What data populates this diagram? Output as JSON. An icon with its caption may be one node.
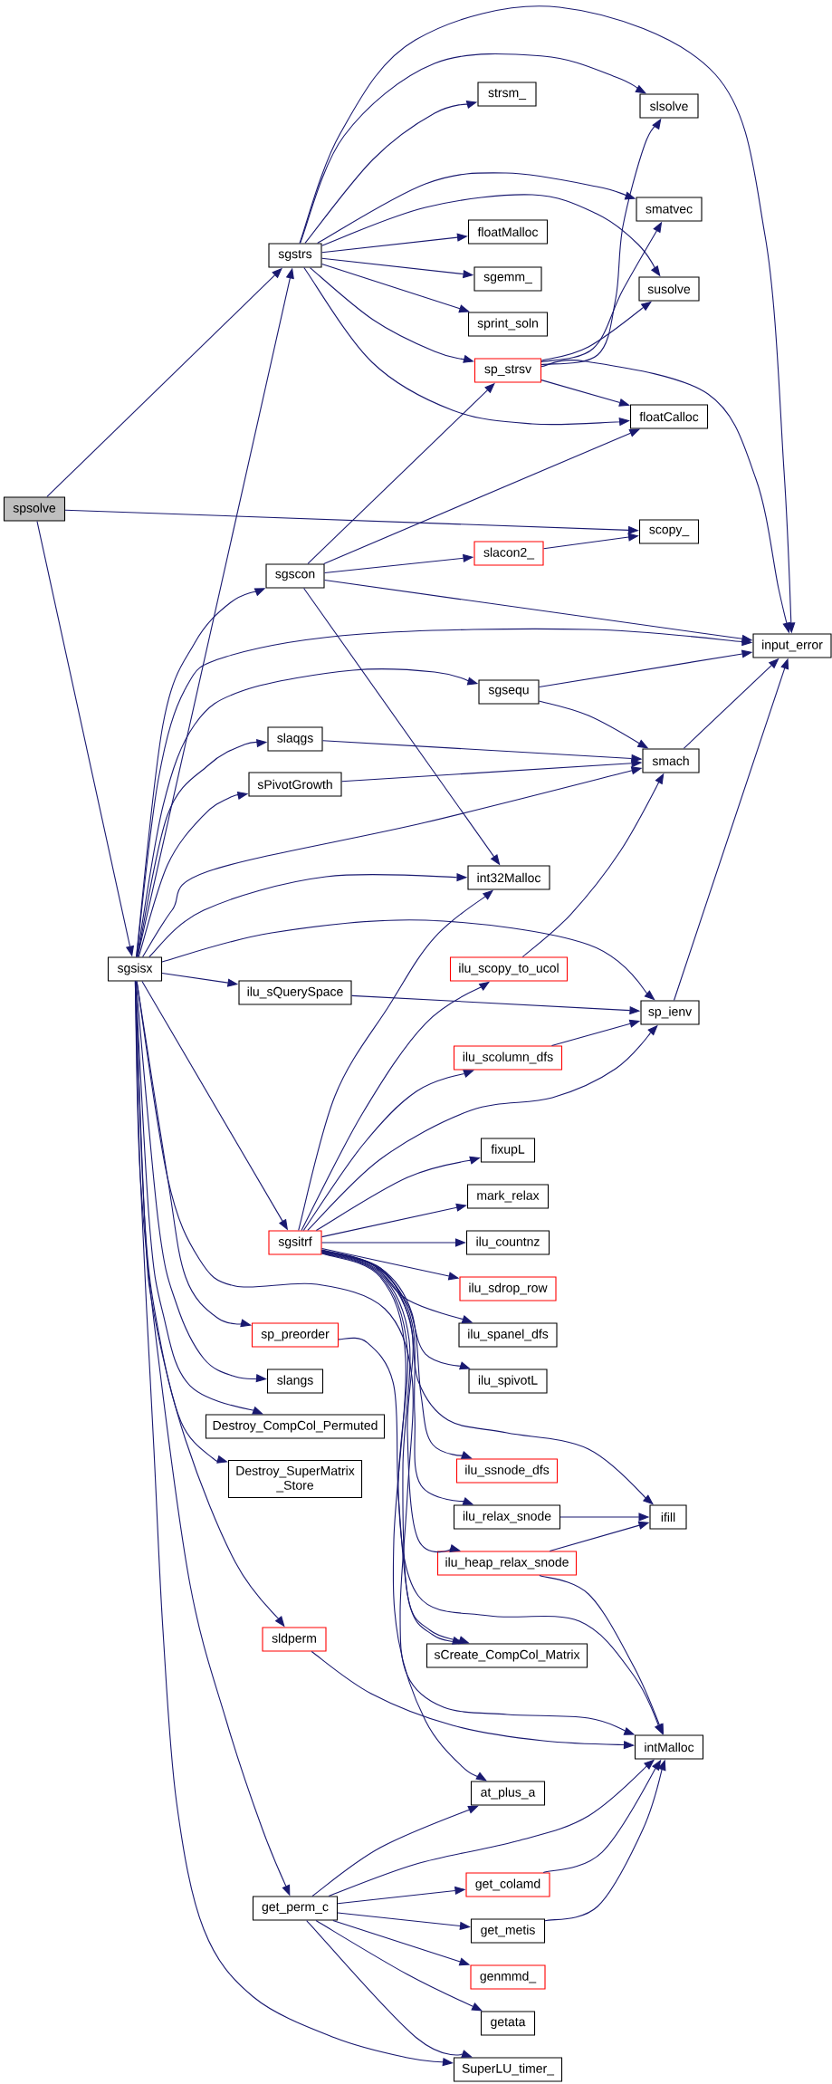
{
  "diagram": {
    "nodes": [
      {
        "text": [
          "strsm_"
        ]
      },
      {
        "text": [
          "slsolve"
        ]
      },
      {
        "text": [
          "smatvec"
        ]
      },
      {
        "text": [
          "floatMalloc"
        ]
      },
      {
        "text": [
          "sgstrs"
        ]
      },
      {
        "text": [
          "sgemm_"
        ]
      },
      {
        "text": [
          "susolve"
        ]
      },
      {
        "text": [
          "sprint_soln"
        ]
      },
      {
        "text": [
          "sp_strsv"
        ]
      },
      {
        "text": [
          "floatCalloc"
        ]
      },
      {
        "text": [
          "spsolve"
        ]
      },
      {
        "text": [
          "scopy_"
        ]
      },
      {
        "text": [
          "slacon2_"
        ]
      },
      {
        "text": [
          "sgscon"
        ]
      },
      {
        "text": [
          "input_error"
        ]
      },
      {
        "text": [
          "sgsequ"
        ]
      },
      {
        "text": [
          "slaqgs"
        ]
      },
      {
        "text": [
          "smach"
        ]
      },
      {
        "text": [
          "sPivotGrowth"
        ]
      },
      {
        "text": [
          "int32Malloc"
        ]
      },
      {
        "text": [
          "sgsisx"
        ]
      },
      {
        "text": [
          "ilu_scopy_to_ucol"
        ]
      },
      {
        "text": [
          "ilu_sQuerySpace"
        ]
      },
      {
        "text": [
          "sp_ienv"
        ]
      },
      {
        "text": [
          "ilu_scolumn_dfs"
        ]
      },
      {
        "text": [
          "fixupL"
        ]
      },
      {
        "text": [
          "mark_relax"
        ]
      },
      {
        "text": [
          "sgsitrf"
        ]
      },
      {
        "text": [
          "ilu_countnz"
        ]
      },
      {
        "text": [
          "ilu_sdrop_row"
        ]
      },
      {
        "text": [
          "sp_preorder"
        ]
      },
      {
        "text": [
          "ilu_spanel_dfs"
        ]
      },
      {
        "text": [
          "slangs"
        ]
      },
      {
        "text": [
          "ilu_spivotL"
        ]
      },
      {
        "text": [
          "Destroy_CompCol_Permuted"
        ]
      },
      {
        "text": [
          "ilu_ssnode_dfs"
        ]
      },
      {
        "text": [
          "Destroy_SuperMatrix _Store"
        ]
      },
      {
        "text": [
          "ilu_relax_snode"
        ]
      },
      {
        "text": [
          "ifill"
        ]
      },
      {
        "text": [
          "ilu_heap_relax_snode"
        ]
      },
      {
        "text": [
          "sldperm"
        ]
      },
      {
        "text": [
          "sCreate_CompCol_Matrix"
        ]
      },
      {
        "text": [
          "intMalloc"
        ]
      },
      {
        "text": [
          "at_plus_a"
        ]
      },
      {
        "text": [
          "get_colamd"
        ]
      },
      {
        "text": [
          "get_perm_c"
        ]
      },
      {
        "text": [
          "get_metis"
        ]
      },
      {
        "text": [
          "genmmd_"
        ]
      },
      {
        "text": [
          "getata"
        ]
      },
      {
        "text": [
          "SuperLU_timer_"
        ]
      }
    ],
    "edges": [
      {
        "from": 10,
        "to": 4,
        "arrow": "to"
      },
      {
        "from": 10,
        "to": 11,
        "arrow": "to"
      },
      {
        "from": 10,
        "to": 20,
        "arrow": "to"
      },
      {
        "from": 4,
        "to": 14,
        "arrow": "to"
      },
      {
        "from": 4,
        "to": 1,
        "arrow": "to"
      },
      {
        "from": 4,
        "to": 0,
        "arrow": "to"
      },
      {
        "from": 4,
        "to": 2,
        "arrow": "to"
      },
      {
        "from": 4,
        "to": 6,
        "arrow": "to"
      },
      {
        "from": 4,
        "to": 3,
        "arrow": "to"
      },
      {
        "from": 4,
        "to": 5,
        "arrow": "to"
      },
      {
        "from": 4,
        "to": 7,
        "arrow": "to"
      },
      {
        "from": 4,
        "to": 8,
        "arrow": "to"
      },
      {
        "from": 4,
        "to": 9,
        "arrow": "to"
      },
      {
        "from": 8,
        "to": 1,
        "arrow": "to"
      },
      {
        "from": 8,
        "to": 2,
        "arrow": "to"
      },
      {
        "from": 8,
        "to": 6,
        "arrow": "to"
      },
      {
        "from": 8,
        "to": 9,
        "arrow": "to"
      },
      {
        "from": 8,
        "to": 14,
        "arrow": "to"
      },
      {
        "from": 13,
        "to": 8,
        "arrow": "to"
      },
      {
        "from": 13,
        "to": 9,
        "arrow": "to"
      },
      {
        "from": 13,
        "to": 12,
        "arrow": "to"
      },
      {
        "from": 13,
        "to": 14,
        "arrow": "to"
      },
      {
        "from": 13,
        "to": 19,
        "arrow": "to"
      },
      {
        "from": 12,
        "to": 11,
        "arrow": "to"
      },
      {
        "from": 20,
        "to": 4,
        "arrow": "to"
      },
      {
        "from": 20,
        "to": 13,
        "arrow": "to"
      },
      {
        "from": 20,
        "to": 14,
        "arrow": "to"
      },
      {
        "from": 20,
        "to": 15,
        "arrow": "to"
      },
      {
        "from": 20,
        "to": 16,
        "arrow": "to"
      },
      {
        "from": 20,
        "to": 18,
        "arrow": "to"
      },
      {
        "from": 20,
        "to": 17,
        "arrow": "to"
      },
      {
        "from": 20,
        "to": 19,
        "arrow": "to"
      },
      {
        "from": 20,
        "to": 23,
        "arrow": "to"
      },
      {
        "from": 20,
        "to": 22,
        "arrow": "to"
      },
      {
        "from": 20,
        "to": 27,
        "arrow": "to"
      },
      {
        "from": 20,
        "to": 30,
        "arrow": "to"
      },
      {
        "from": 20,
        "to": 32,
        "arrow": "to"
      },
      {
        "from": 20,
        "to": 34,
        "arrow": "to"
      },
      {
        "from": 20,
        "to": 36,
        "arrow": "to"
      },
      {
        "from": 20,
        "to": 40,
        "arrow": "to"
      },
      {
        "from": 20,
        "to": 45,
        "arrow": "to"
      },
      {
        "from": 20,
        "to": 49,
        "arrow": "to"
      },
      {
        "from": 20,
        "to": 42,
        "arrow": "to"
      },
      {
        "from": 15,
        "to": 14,
        "arrow": "to"
      },
      {
        "from": 15,
        "to": 17,
        "arrow": "to"
      },
      {
        "from": 16,
        "to": 17,
        "arrow": "to"
      },
      {
        "from": 18,
        "to": 17,
        "arrow": "to"
      },
      {
        "from": 17,
        "to": 14,
        "arrow": "to"
      },
      {
        "from": 21,
        "to": 17,
        "arrow": "to"
      },
      {
        "from": 22,
        "to": 23,
        "arrow": "to"
      },
      {
        "from": 23,
        "to": 14,
        "arrow": "to"
      },
      {
        "from": 24,
        "to": 23,
        "arrow": "to"
      },
      {
        "from": 27,
        "to": 19,
        "arrow": "to"
      },
      {
        "from": 27,
        "to": 21,
        "arrow": "to"
      },
      {
        "from": 27,
        "to": 24,
        "arrow": "to"
      },
      {
        "from": 27,
        "to": 23,
        "arrow": "to"
      },
      {
        "from": 27,
        "to": 25,
        "arrow": "to"
      },
      {
        "from": 27,
        "to": 26,
        "arrow": "to"
      },
      {
        "from": 27,
        "to": 28,
        "arrow": "to"
      },
      {
        "from": 27,
        "to": 29,
        "arrow": "to"
      },
      {
        "from": 27,
        "to": 31,
        "arrow": "to"
      },
      {
        "from": 27,
        "to": 33,
        "arrow": "to"
      },
      {
        "from": 27,
        "to": 35,
        "arrow": "to"
      },
      {
        "from": 27,
        "to": 37,
        "arrow": "to"
      },
      {
        "from": 27,
        "to": 39,
        "arrow": "to"
      },
      {
        "from": 27,
        "to": 41,
        "arrow": "to"
      },
      {
        "from": 27,
        "to": 38,
        "arrow": "to"
      },
      {
        "from": 27,
        "to": 42,
        "arrow": "to"
      },
      {
        "from": 27,
        "to": 43,
        "arrow": "to"
      },
      {
        "from": 30,
        "to": 41,
        "arrow": "to"
      },
      {
        "from": 37,
        "to": 38,
        "arrow": "to"
      },
      {
        "from": 39,
        "to": 38,
        "arrow": "to"
      },
      {
        "from": 39,
        "to": 42,
        "arrow": "to"
      },
      {
        "from": 40,
        "to": 42,
        "arrow": "to"
      },
      {
        "from": 45,
        "to": 43,
        "arrow": "to"
      },
      {
        "from": 45,
        "to": 42,
        "arrow": "to"
      },
      {
        "from": 45,
        "to": 44,
        "arrow": "to"
      },
      {
        "from": 45,
        "to": 46,
        "arrow": "to"
      },
      {
        "from": 45,
        "to": 47,
        "arrow": "to"
      },
      {
        "from": 45,
        "to": 48,
        "arrow": "to"
      },
      {
        "from": 45,
        "to": 49,
        "arrow": "to"
      },
      {
        "from": 44,
        "to": 42,
        "arrow": "to"
      },
      {
        "from": 46,
        "to": 42,
        "arrow": "to"
      }
    ]
  }
}
